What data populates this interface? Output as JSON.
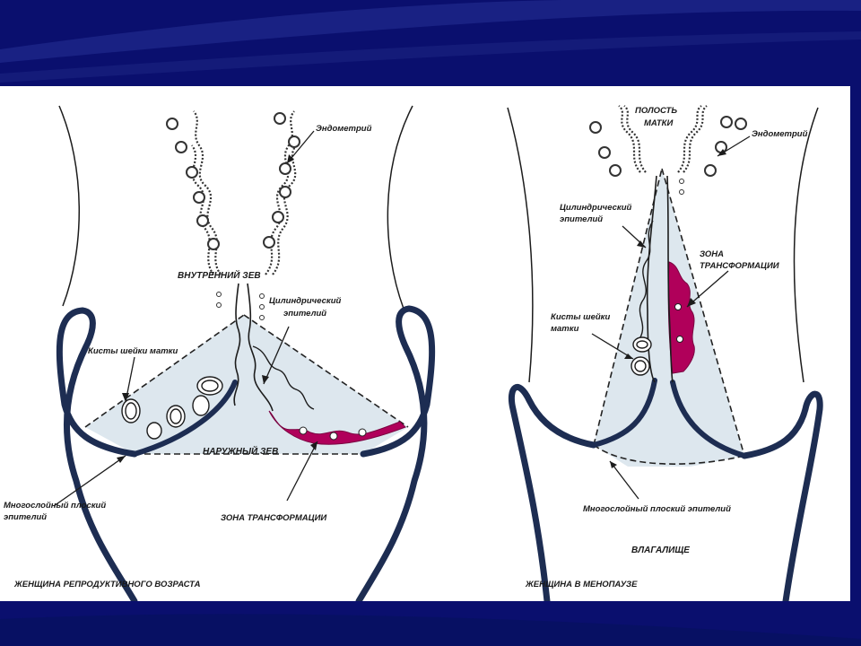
{
  "slide": {
    "background_color": "#0a0f6e",
    "accent_color": "#b0005a",
    "epithelium_fill": "#dde7ee"
  },
  "left": {
    "endometrium": "Эндометрий",
    "internal_os": "ВНУТРЕННИЙ ЗЕВ",
    "columnar_1": "Цилиндрический",
    "columnar_2": "эпителий",
    "cysts": "Кисты шейки матки",
    "external_os": "НАРУЖНЫЙ ЗЕВ",
    "squamous_1": "Многослойный плоский",
    "squamous_2": "эпителий",
    "transformation_zone": "ЗОНА ТРАНСФОРМАЦИИ",
    "caption": "ЖЕНЩИНА РЕПРОДУКТИВНОГО ВОЗРАСТА"
  },
  "right": {
    "cavity_1": "ПОЛОСТЬ",
    "cavity_2": "МАТКИ",
    "endometrium": "Эндометрий",
    "columnar_1": "Цилиндрический",
    "columnar_2": "эпителий",
    "zone_1": "ЗОНА",
    "zone_2": "ТРАНСФОРМАЦИИ",
    "cysts_1": "Кисты шейки",
    "cysts_2": "матки",
    "squamous": "Многослойный плоский эпителий",
    "vagina": "ВЛАГАЛИЩЕ",
    "caption": "ЖЕНЩИНА В МЕНОПАУЗЕ"
  }
}
